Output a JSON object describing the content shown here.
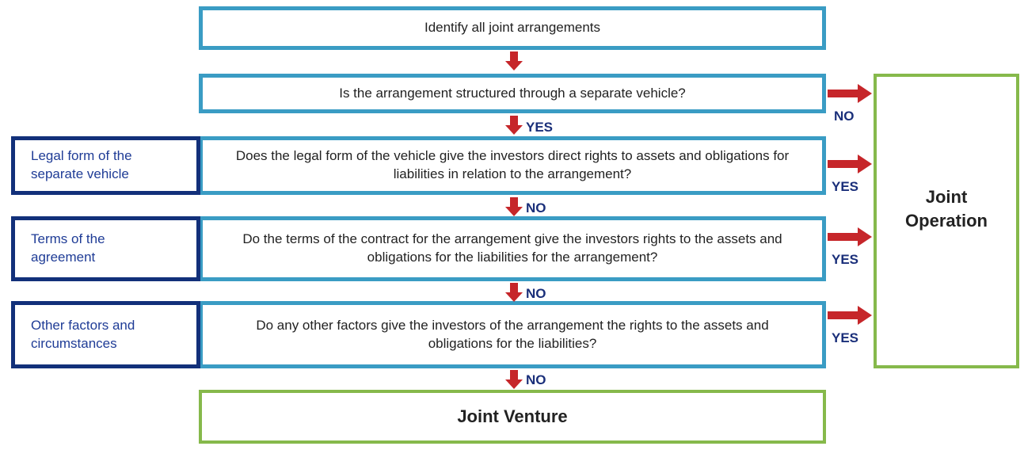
{
  "step1": "Identify all joint arrangements",
  "step2": "Is the arrangement structured through a separate vehicle?",
  "step3": "Does the legal form of the vehicle give the investors direct rights to assets and obligations for liabilities in relation to the arrangement?",
  "step4": "Do the terms of the contract for the arrangement give the investors rights to the assets and obligations for the liabilities for the arrangement?",
  "step5": "Do any other factors give the investors of the arrangement the rights to the assets and obligations for the liabilities?",
  "side3": "Legal form of the separate vehicle",
  "side4": "Terms of the agreement",
  "side5": "Other factors and circumstances",
  "jointVenture": "Joint Venture",
  "jointOperation": "Joint Operation",
  "labels": {
    "yes": "YES",
    "no": "NO"
  },
  "colors": {
    "question_border": "#3a9cc4",
    "side_border": "#12307a",
    "outcome_border": "#86b94b",
    "arrow": "#c6262a"
  }
}
